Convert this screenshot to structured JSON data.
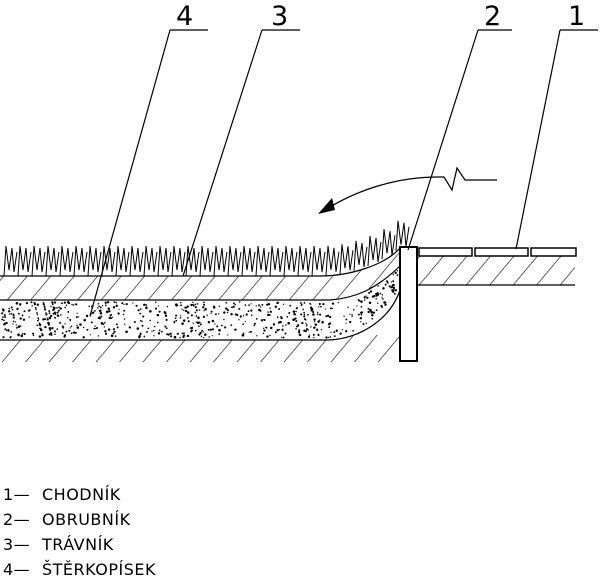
{
  "callouts": [
    {
      "number": "4"
    },
    {
      "number": "3"
    },
    {
      "number": "2"
    },
    {
      "number": "1"
    }
  ],
  "legend": [
    {
      "number": "1—",
      "label": "CHODNÍK"
    },
    {
      "number": "2—",
      "label": "OBRUBNÍK"
    },
    {
      "number": "3—",
      "label": "TRÁVNÍK"
    },
    {
      "number": "4—",
      "label": "ŠTĚRKOPÍSEK"
    }
  ]
}
